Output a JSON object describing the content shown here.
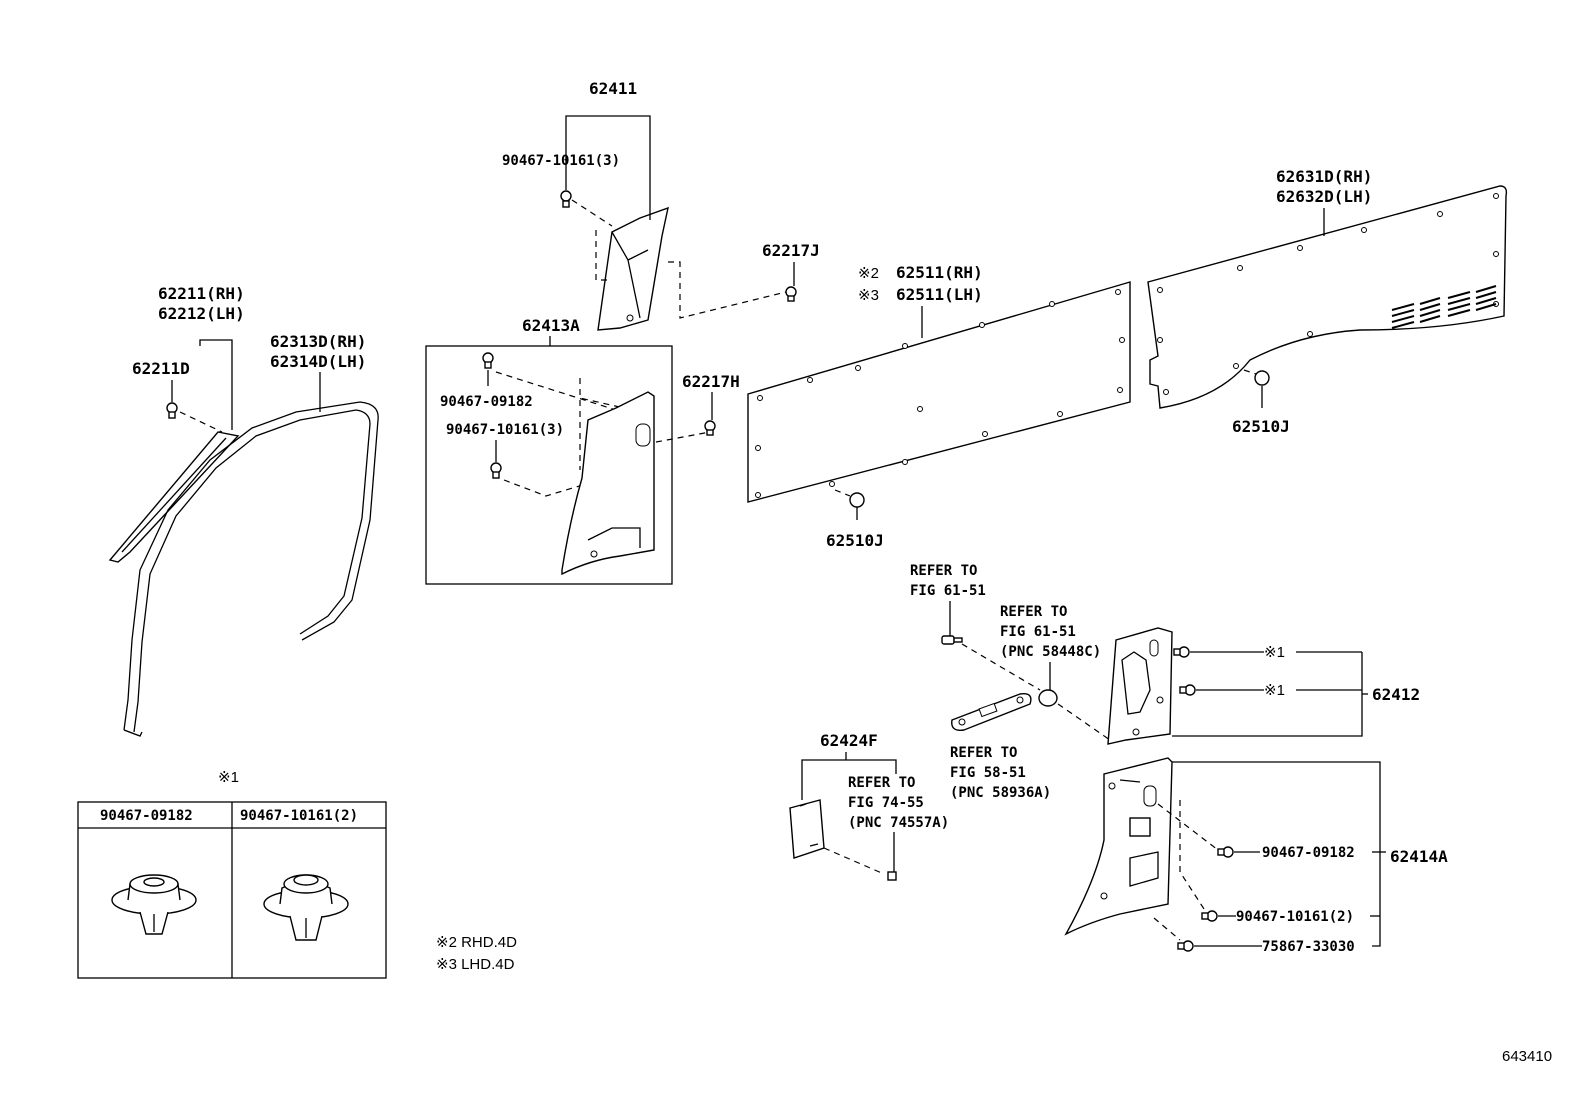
{
  "labels": {
    "p62411": "62411",
    "p90467_10161_3_top": "90467-10161(3)",
    "p62217J": "62217J",
    "p62511_rh": "62511(RH)",
    "p62511_lh": "62511(LH)",
    "mark2": "※2",
    "mark3": "※3",
    "p62631D": "62631D(RH)",
    "p62632D": "62632D(LH)",
    "p62211": "62211(RH)",
    "p62212": "62212(LH)",
    "p62211D": "62211D",
    "p62313D": "62313D(RH)",
    "p62314D": "62314D(LH)",
    "p62413A": "62413A",
    "p90467_09182_mid": "90467-09182",
    "p90467_10161_3_mid": "90467-10161(3)",
    "p62217H": "62217H",
    "p62510J_left": "62510J",
    "p62510J_right": "62510J",
    "refer1_l1": "REFER TO",
    "refer1_l2": "FIG 61-51",
    "refer2_l1": "REFER TO",
    "refer2_l2": "FIG 61-51",
    "refer2_l3": "(PNC 58448C)",
    "mark1_a": "※1",
    "mark1_b": "※1",
    "p62412": "62412",
    "p62424F": "62424F",
    "refer3_l1": "REFER TO",
    "refer3_l2": "FIG 74-55",
    "refer3_l3": "(PNC 74557A)",
    "refer4_l1": "REFER TO",
    "refer4_l2": "FIG 58-51",
    "refer4_l3": "(PNC 58936A)",
    "p90467_09182_r": "90467-09182",
    "p62414A": "62414A",
    "p90467_10161_2_r": "90467-10161(2)",
    "p75867_33030": "75867-33030",
    "table_mark": "※1",
    "table_col1": "90467-09182",
    "table_col2": "90467-10161(2)",
    "note2": "※2  RHD.4D",
    "note3": "※3  LHD.4D",
    "figure_id": "643410"
  }
}
